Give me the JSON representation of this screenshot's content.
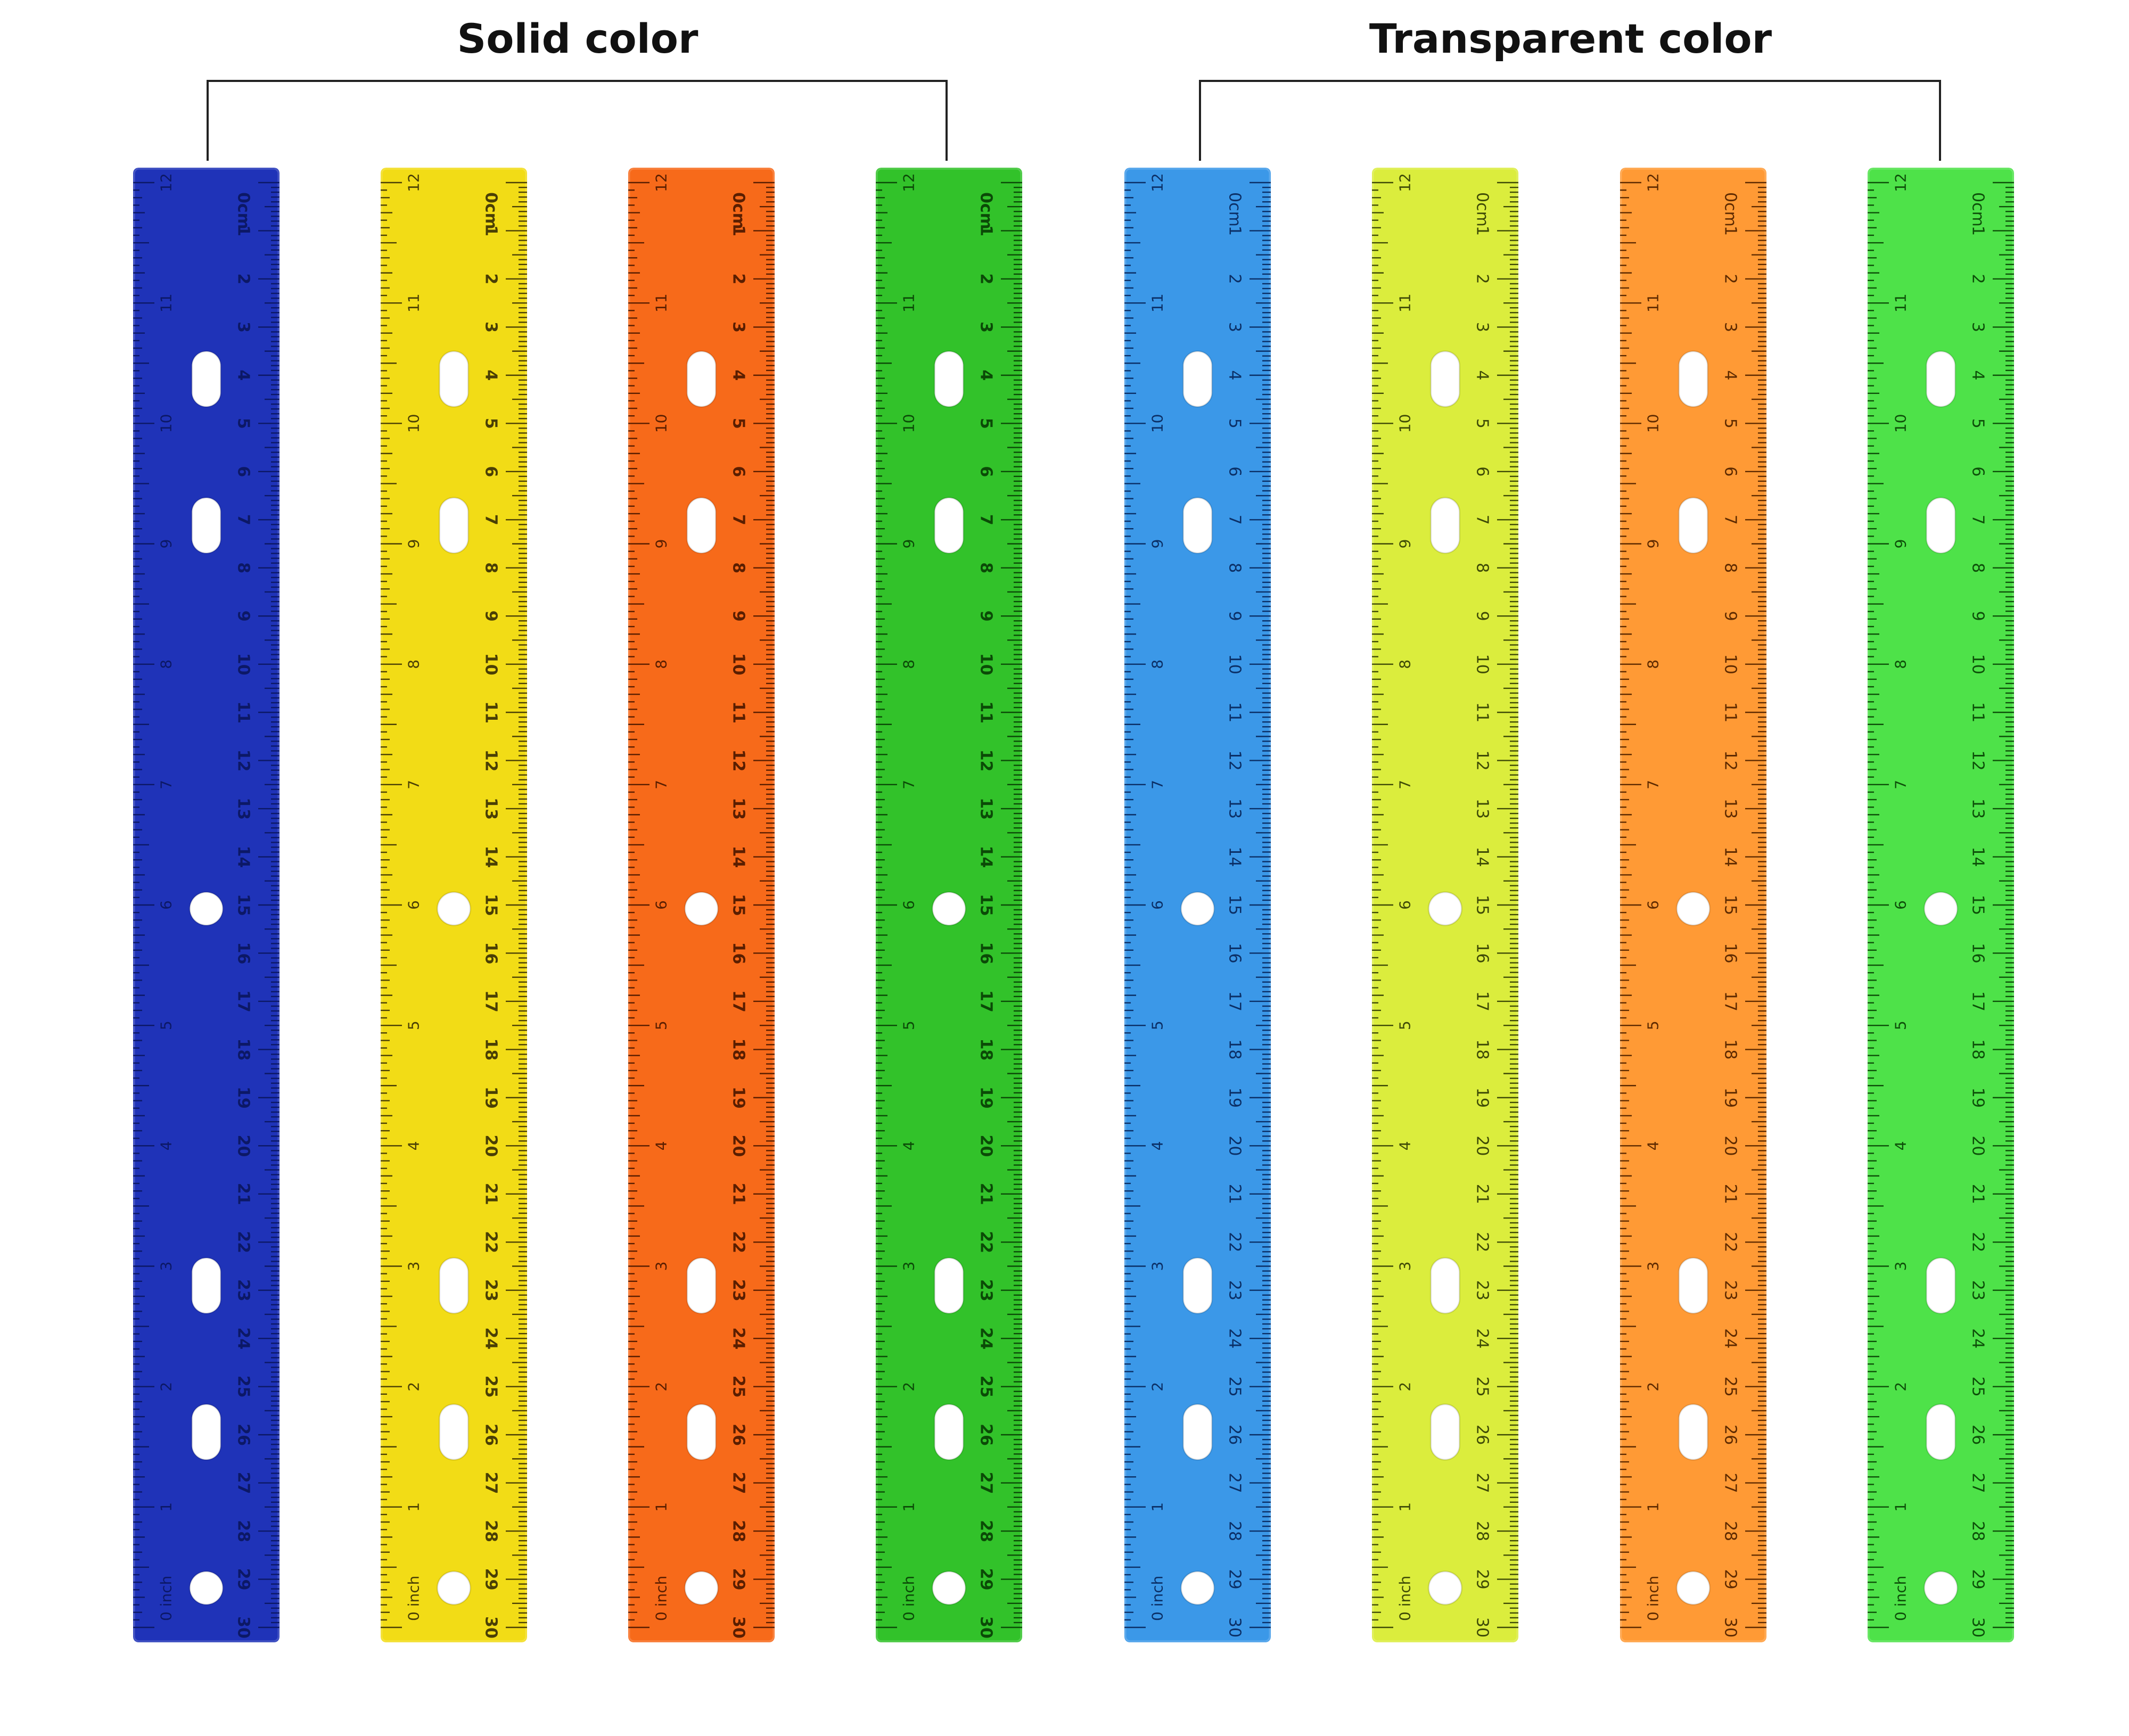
{
  "groups": [
    {
      "title": "Solid color"
    },
    {
      "title": "Transparent color"
    }
  ],
  "ruler_scale": {
    "cm_label": "cm",
    "inch_label": "inch",
    "cm_max": 30,
    "inch_max": 12
  },
  "rulers": [
    {
      "group": "solid",
      "color": "#1f33b8",
      "text_color": "#0c1866"
    },
    {
      "group": "solid",
      "color": "#f2dc16",
      "text_color": "#4a3f05"
    },
    {
      "group": "solid",
      "color": "#f76a1a",
      "text_color": "#5a1e00"
    },
    {
      "group": "solid",
      "color": "#32c22a",
      "text_color": "#0b4a07"
    },
    {
      "group": "transparent",
      "color": "#2a8fe6",
      "text_color": "#0b2f66"
    },
    {
      "group": "transparent",
      "color": "#d8ec2c",
      "text_color": "#3e4a06"
    },
    {
      "group": "transparent",
      "color": "#ff9124",
      "text_color": "#5e2a00"
    },
    {
      "group": "transparent",
      "color": "#3fe03a",
      "text_color": "#0d4f09"
    }
  ]
}
